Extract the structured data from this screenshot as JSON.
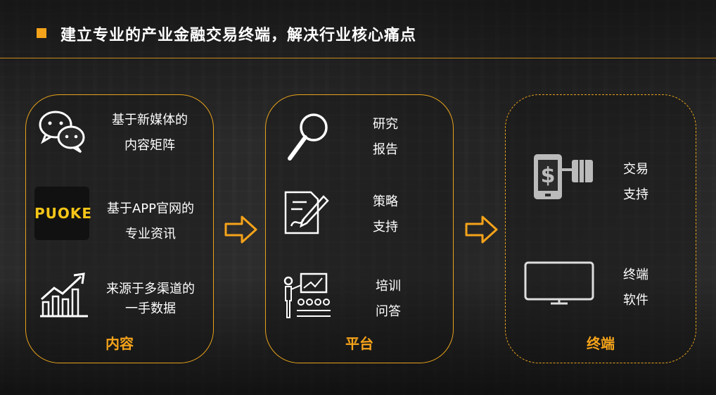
{
  "header": {
    "title": "建立专业的产业金融交易终端，解决行业核心痛点"
  },
  "panels": [
    {
      "label": "内容",
      "items": [
        {
          "text": [
            "基于新媒体的",
            "内容矩阵"
          ],
          "icon": "wechat-icon"
        },
        {
          "text": [
            "基于APP官网的",
            "专业资讯"
          ],
          "icon": "puoke-logo",
          "logo_text": "PUOKE"
        },
        {
          "text": [
            "来源于多渠道的",
            "一手数据"
          ],
          "icon": "growth-chart-icon"
        }
      ]
    },
    {
      "label": "平台",
      "items": [
        {
          "text": [
            "研究",
            "报告"
          ],
          "icon": "magnifier-icon"
        },
        {
          "text": [
            "策略",
            "支持"
          ],
          "icon": "document-pen-icon"
        },
        {
          "text": [
            "培训",
            "问答"
          ],
          "icon": "training-presentation-icon"
        }
      ]
    },
    {
      "label": "终端",
      "items": [
        {
          "text": [
            "交易",
            "支持"
          ],
          "icon": "mobile-payment-icon"
        },
        {
          "text": [
            "终端",
            "软件"
          ],
          "icon": "monitor-icon"
        }
      ]
    }
  ],
  "colors": {
    "accent": "#f5a31a",
    "text": "#ffffff"
  }
}
